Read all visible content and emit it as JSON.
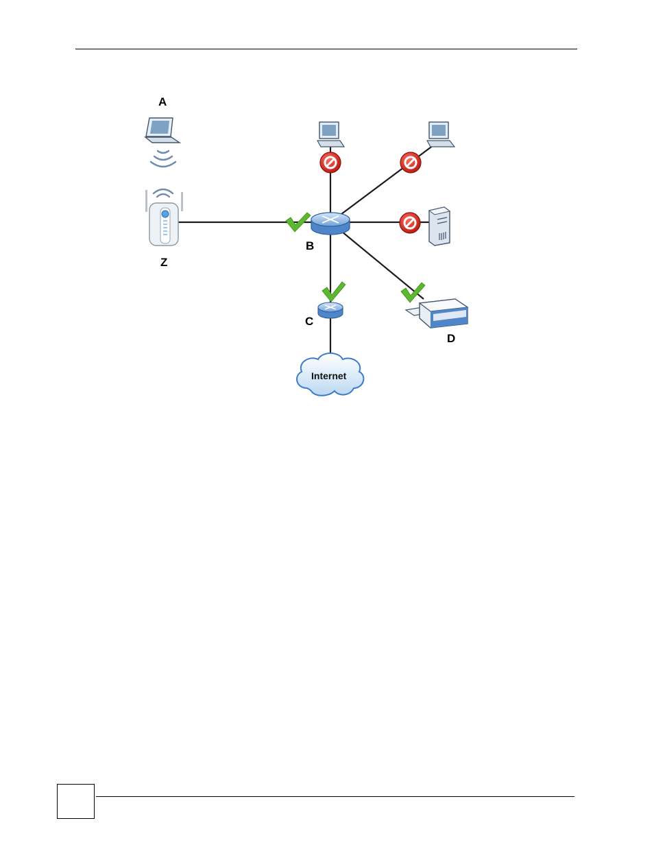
{
  "page": {
    "number": ""
  },
  "diagram": {
    "labels": {
      "a": "A",
      "z": "Z",
      "b": "B",
      "c": "C",
      "d": "D"
    },
    "cloud_label": "Internet",
    "colors": {
      "line": "#1a1a1a",
      "blocked": "#d7261e",
      "allowed": "#5cb82e",
      "router": "#8fb6e6",
      "cloud": "#cfe4f7"
    },
    "icons": [
      "laptop-icon",
      "wireless-signal-icon",
      "access-point-icon",
      "router-icon",
      "desktop-icon",
      "server-tower-icon",
      "printer-icon",
      "cloud-icon",
      "blocked-icon",
      "allowed-check-icon"
    ]
  }
}
